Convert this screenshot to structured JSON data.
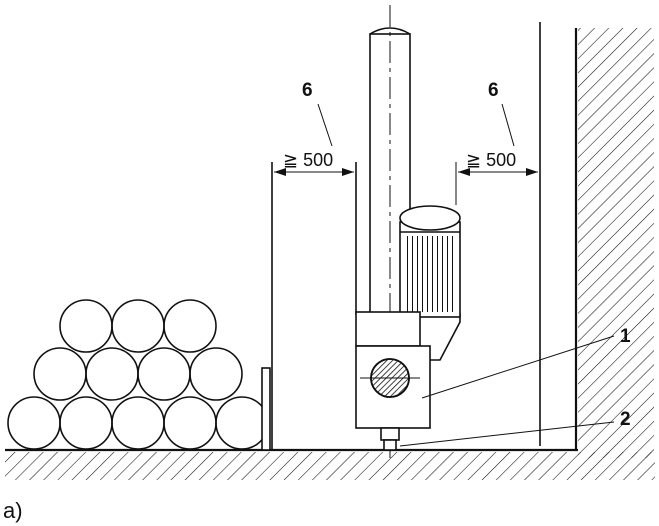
{
  "callouts": {
    "dimension_tag_left": "6",
    "dimension_tag_right": "6",
    "dimension_left": "≧ 500",
    "dimension_right": "≧ 500",
    "part_1": "1",
    "part_2": "2"
  },
  "subfigure_label": "a)"
}
